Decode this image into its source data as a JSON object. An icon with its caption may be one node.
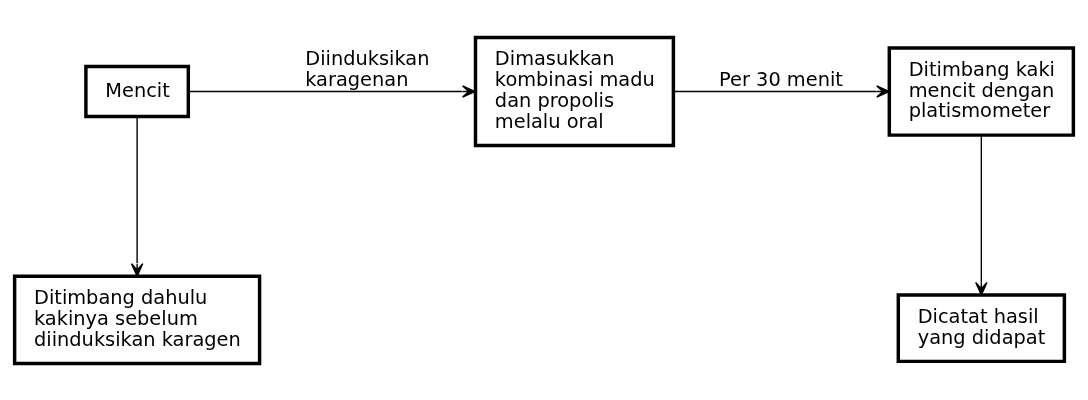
{
  "diagram": {
    "nodes": [
      {
        "text": [
          "Mencit"
        ]
      },
      {
        "text": [
          "Ditimbang dahulu kakinya sebelum diinduksikan karagen"
        ]
      },
      {
        "text": [
          "Dimasukkan kombinasi madu dan propolis melalu oral"
        ]
      },
      {
        "text": [
          "Ditimbang kaki mencit dengan platismometer"
        ]
      },
      {
        "text": [
          "Dicatat hasil yang didapat"
        ]
      }
    ],
    "edges": [
      {
        "from": 0,
        "to": 2,
        "arrow": "to",
        "label": "Diinduksikan karagenan"
      },
      {
        "from": 0,
        "to": 1,
        "arrow": "to"
      },
      {
        "from": 2,
        "to": 3,
        "arrow": "to",
        "label": "Per 30 menit"
      },
      {
        "from": 3,
        "to": 4,
        "arrow": "to"
      }
    ]
  }
}
